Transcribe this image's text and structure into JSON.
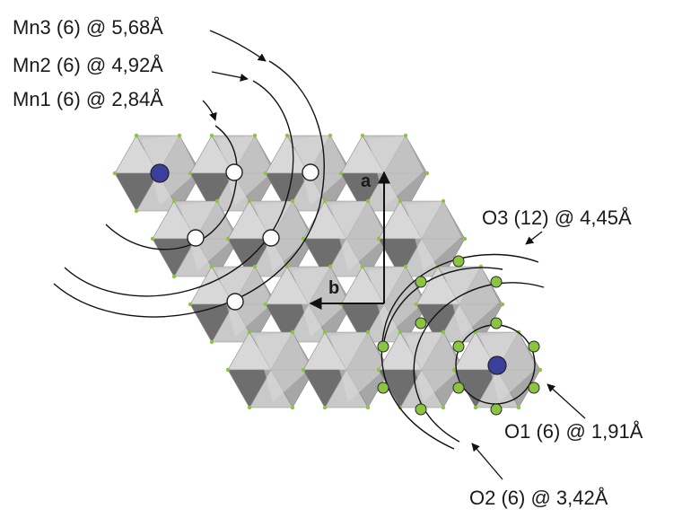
{
  "labels": {
    "mn3": "Mn3 (6) @ 5,68Å",
    "mn2": "Mn2 (6) @ 4,92Å",
    "mn1": "Mn1 (6) @ 2,84Å",
    "o3": "O3 (12) @ 4,45Å",
    "o1": "O1 (6) @ 1,91Å",
    "o2": "O2 (6) @ 3,42Å",
    "axis_a": "a",
    "axis_b": "b"
  },
  "colors": {
    "octa_dark": "#6e6e6e",
    "octa_mid": "#a6a6a6",
    "octa_light": "#c9c9c9",
    "octa_light2": "#d8d8d8",
    "mn_center": "#3b3f9c",
    "oxygen": "#8bc53f",
    "mn_neighbor": "#ffffff",
    "line": "#111111"
  }
}
